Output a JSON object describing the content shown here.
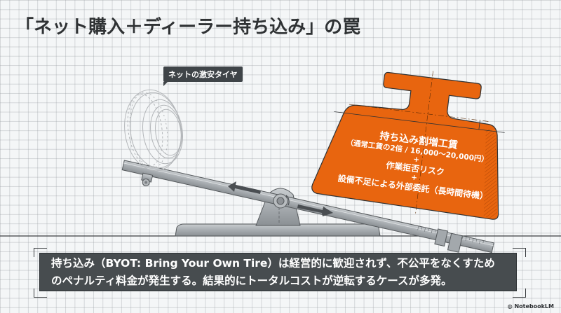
{
  "title": "「ネット購入＋ディーラー持ち込み」の罠",
  "tire": {
    "label": "ネットの激安タイヤ",
    "icon": "tire-icon"
  },
  "weight": {
    "heading": "持ち込み割増工賃",
    "detail": "（通常工賃の2倍 / 16,000〜20,000円）",
    "plus1": "+",
    "risk": "作業拒否リスク",
    "plus2": "+",
    "outsourcing": "設備不足による外部委託（長時間待機）",
    "color": "#e8650f"
  },
  "seesaw": {
    "arrow_left": "arrow-left-icon",
    "arrow_right": "arrow-right-icon",
    "color": "#9a9fa3"
  },
  "caption": {
    "line1": "持ち込み（BYOT: Bring Your Own Tire）は経営的に歓迎されず、不公平をなくすため",
    "line2": "のペナルティ料金が発生する。結果的にトータルコストが逆転するケースが多発。"
  },
  "branding": {
    "logo": "NotebookLM"
  }
}
